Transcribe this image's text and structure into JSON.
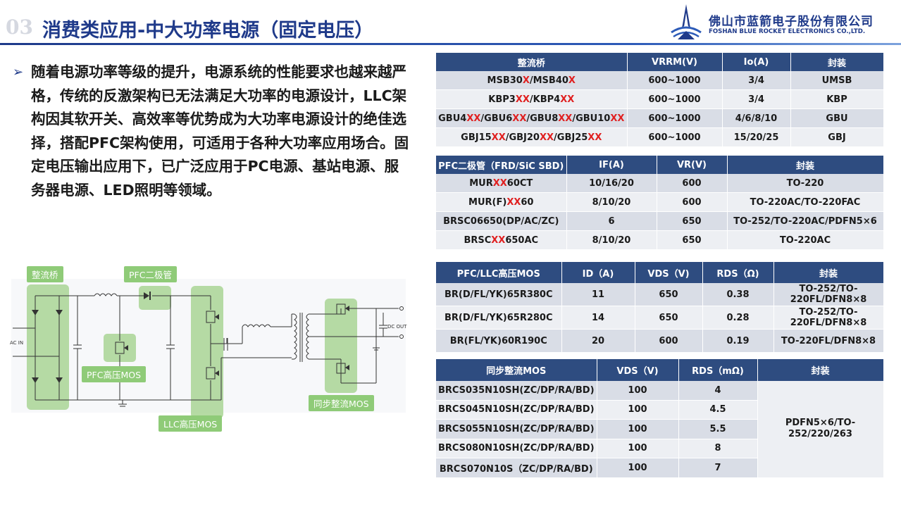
{
  "header": {
    "number": "03",
    "title": "消费类应用-中大功率电源（固定电压）",
    "company_cn": "佛山市蓝箭电子股份有限公司",
    "company_en": "FOSHAN BLUE ROCKET ELECTRONICS CO.,LTD."
  },
  "bullet": {
    "text": "随着电源功率等级的提升，电源系统的性能要求也越来越严格，传统的反激架构已无法满足大功率的电源设计，LLC架构因其软开关、高效率等优势成为大功率电源设计的绝佳选择，搭配PFC架构使用，可适用于各种大功率应用场合。固定电压输出应用下，已广泛应用于PC电源、基站电源、服务器电源、LED照明等领域。"
  },
  "diagram": {
    "labels": {
      "rectifier": "整流桥",
      "pfc_diode": "PFC二极管",
      "pfc_mos": "PFC高压MOS",
      "llc_mos": "LLC高压MOS",
      "sync_mos": "同步整流MOS",
      "ac_in": "AC IN",
      "dc_out": "DC OUT"
    }
  },
  "table1": {
    "headers": [
      "整流桥",
      "VRRM(V)",
      "Io(A)",
      "封装"
    ],
    "rows": [
      [
        [
          [
            "MSB30",
            0
          ],
          [
            "X",
            1
          ],
          [
            "/MSB40",
            0
          ],
          [
            "X",
            1
          ]
        ],
        "600~1000",
        "3/4",
        "UMSB"
      ],
      [
        [
          [
            "KBP3",
            0
          ],
          [
            "XX",
            1
          ],
          [
            "/KBP4",
            0
          ],
          [
            "XX",
            1
          ]
        ],
        "600~1000",
        "3/4",
        "KBP"
      ],
      [
        [
          [
            "GBU4",
            0
          ],
          [
            "XX",
            1
          ],
          [
            "/GBU6",
            0
          ],
          [
            "XX",
            1
          ],
          [
            "/GBU8",
            0
          ],
          [
            "XX",
            1
          ],
          [
            "/GBU10",
            0
          ],
          [
            "XX",
            1
          ]
        ],
        "600~1000",
        "4/6/8/10",
        "GBU"
      ],
      [
        [
          [
            "GBJ15",
            0
          ],
          [
            "XX",
            1
          ],
          [
            "/GBJ20",
            0
          ],
          [
            "XX",
            1
          ],
          [
            "/GBJ25",
            0
          ],
          [
            "XX",
            1
          ]
        ],
        "600~1000",
        "15/20/25",
        "GBJ"
      ]
    ]
  },
  "table2": {
    "headers": [
      "PFC二极管（FRD/SiC SBD)",
      "IF(A)",
      "VR(V)",
      "封装"
    ],
    "rows": [
      [
        [
          [
            "MUR",
            0
          ],
          [
            "XX",
            1
          ],
          [
            "60CT",
            0
          ]
        ],
        "10/16/20",
        "600",
        "TO-220"
      ],
      [
        [
          [
            "MUR(F)",
            0
          ],
          [
            "XX",
            1
          ],
          [
            "60",
            0
          ]
        ],
        "8/10/20",
        "600",
        "TO-220AC/TO-220FAC"
      ],
      [
        [
          [
            "BRSC06650(DP/AC/ZC)",
            0
          ]
        ],
        "6",
        "650",
        "TO-252/TO-220AC/PDFN5×6"
      ],
      [
        [
          [
            "BRSC",
            0
          ],
          [
            "XX",
            1
          ],
          [
            "650AC",
            0
          ]
        ],
        "8/10/20",
        "650",
        "TO-220AC"
      ]
    ]
  },
  "table3": {
    "headers": [
      "PFC/LLC高压MOS",
      "ID（A)",
      "VDS（V)",
      "RDS（Ω)",
      "封装"
    ],
    "rows": [
      [
        "BR(D/FL/YK)65R380C",
        "11",
        "650",
        "0.38",
        "TO-252/TO-220FL/DFN8×8"
      ],
      [
        "BR(D/FL/YK)65R280C",
        "14",
        "650",
        "0.28",
        "TO-252/TO-220FL/DFN8×8"
      ],
      [
        "BR(FL/YK)60R190C",
        "20",
        "600",
        "0.19",
        "TO-220FL/DFN8×8"
      ]
    ]
  },
  "table4": {
    "headers": [
      "同步整流MOS",
      "VDS（V)",
      "RDS（mΩ)",
      "封装"
    ],
    "rows": [
      [
        "BRCS035N10SH(ZC/DP/RA/BD)",
        "100",
        "4"
      ],
      [
        "BRCS045N10SH(ZC/DP/RA/BD)",
        "100",
        "4.5"
      ],
      [
        "BRCS055N10SH(ZC/DP/RA/BD)",
        "100",
        "5.5"
      ],
      [
        "BRCS080N10SH(ZC/DP/RA/BD)",
        "100",
        "8"
      ],
      [
        "BRCS070N10S（ZC/DP/RA/BD)",
        "100",
        "7"
      ]
    ],
    "package": "PDFN5×6/TO-252/220/263"
  }
}
